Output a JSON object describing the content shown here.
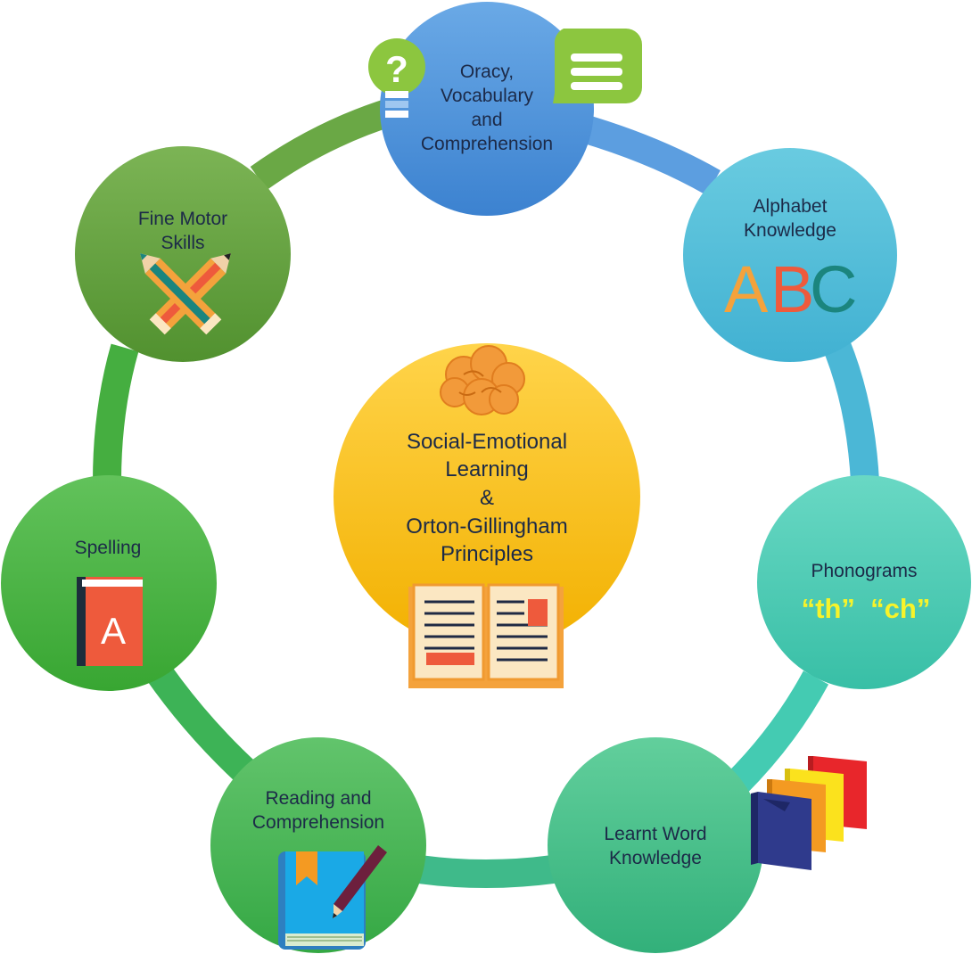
{
  "center": {
    "lines": [
      "Social-Emotional",
      "Learning",
      "&",
      "Orton-Gillingham",
      "Principles"
    ],
    "icons": [
      "brain-icon",
      "open-book-icon"
    ]
  },
  "nodes": {
    "oracy": {
      "lines": [
        "Oracy,",
        "Vocabulary",
        "and",
        "Comprehension"
      ],
      "icons": [
        "question-lightbulb-icon",
        "speech-bubble-icon"
      ]
    },
    "alphabet": {
      "lines": [
        "Alphabet",
        "Knowledge"
      ],
      "letters": [
        "A",
        "B",
        "C"
      ],
      "letter_colors": [
        "#f4a23c",
        "#ee5a3c",
        "#1b857e"
      ]
    },
    "phonograms": {
      "lines": [
        "Phonograms"
      ],
      "examples": "“th”  “ch”"
    },
    "learnt": {
      "lines": [
        "Learnt Word",
        "Knowledge"
      ],
      "icons": [
        "book-stack-icon"
      ]
    },
    "reading": {
      "lines": [
        "Reading and",
        "Comprehension"
      ],
      "icons": [
        "book-pencil-icon"
      ]
    },
    "spelling": {
      "lines": [
        "Spelling"
      ],
      "book_letter": "A",
      "icons": [
        "spelling-book-icon"
      ]
    },
    "fine_motor": {
      "lines": [
        "Fine Motor",
        "Skills"
      ],
      "icons": [
        "crossed-pencils-icon"
      ]
    }
  },
  "colors": {
    "center": "#f7b900",
    "oracy": "#4a90d8",
    "alphabet": "#4bb8d6",
    "phonograms": "#46cbb3",
    "learnt": "#40bb86",
    "reading": "#3fb04e",
    "spelling": "#44ae3e",
    "fine_motor": "#5f9c3a"
  }
}
